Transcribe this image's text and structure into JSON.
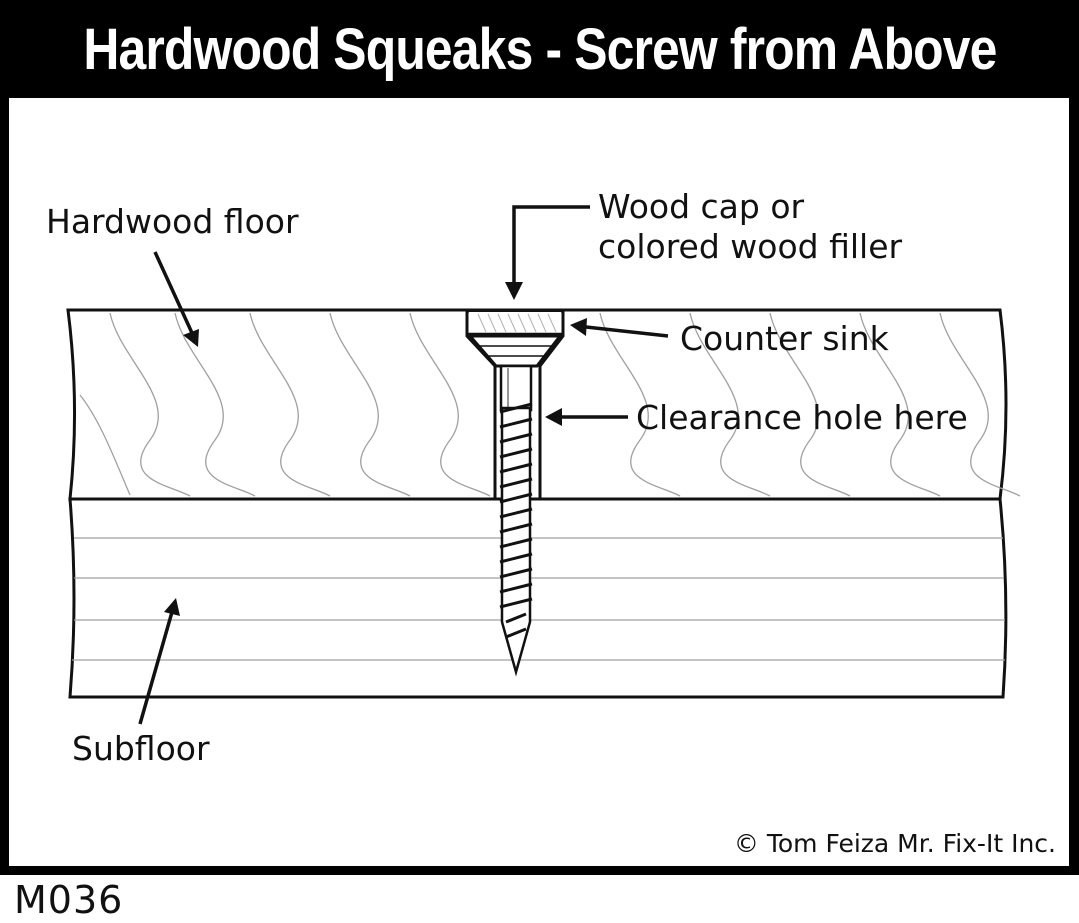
{
  "title": "Hardwood Squeaks - Screw from Above",
  "labels": {
    "hardwood_floor": "Hardwood floor",
    "wood_cap_line1": "Wood cap or",
    "wood_cap_line2": "colored wood filler",
    "counter_sink": "Counter sink",
    "clearance_hole": "Clearance hole here",
    "subfloor": "Subfloor"
  },
  "copyright": "© Tom Feiza Mr. Fix-It Inc.",
  "code": "M036",
  "colors": {
    "frame": "#000000",
    "ink": "#111111",
    "grain": "#a0a0a0",
    "paper": "#ffffff"
  }
}
